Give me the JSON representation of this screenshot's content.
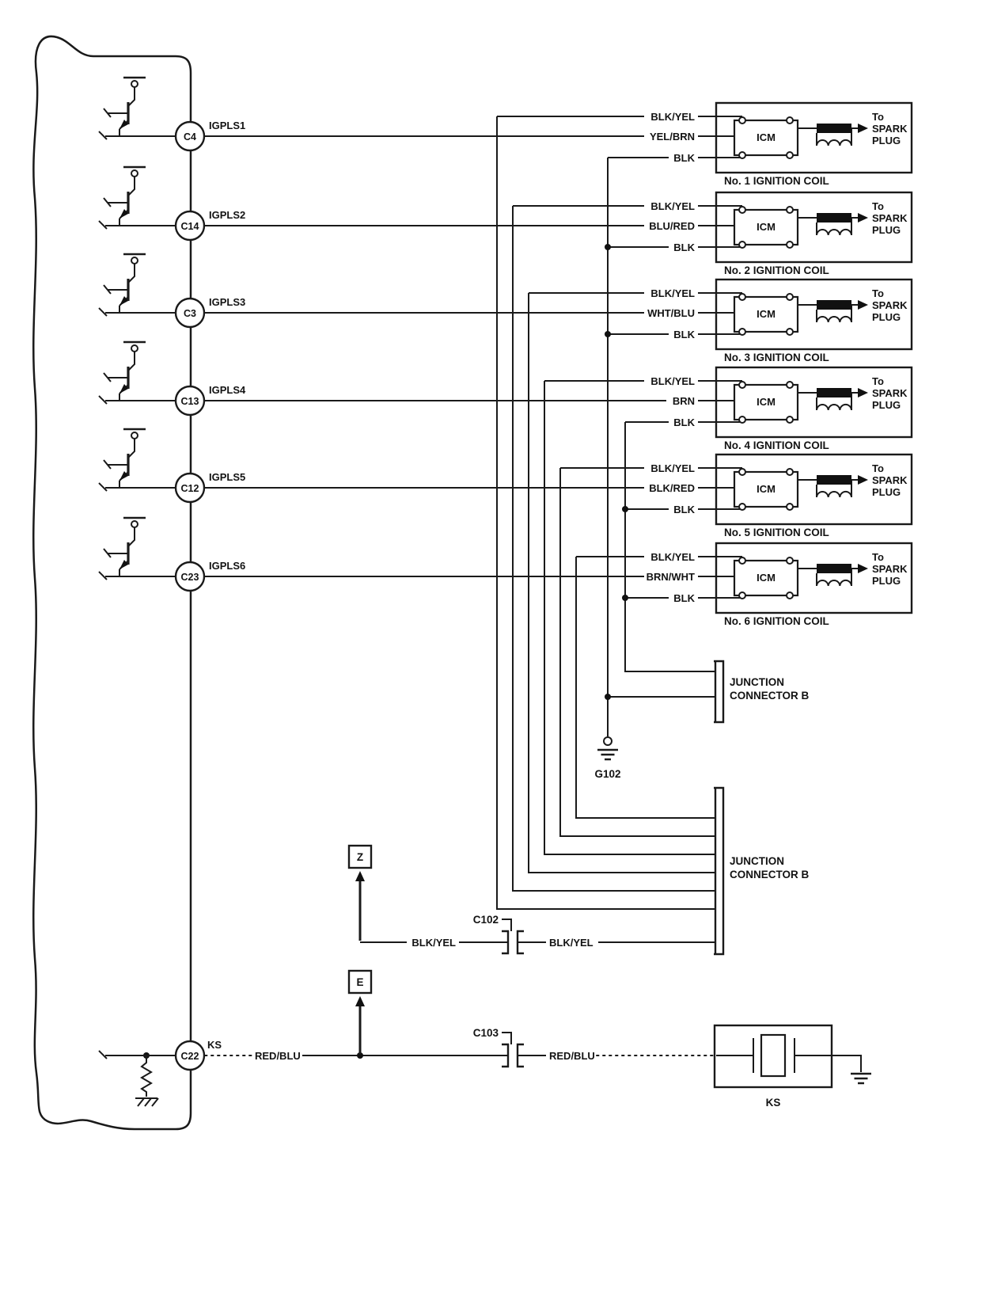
{
  "ecu": {
    "pins": [
      {
        "connector": "C4",
        "signal": "IGPLS1"
      },
      {
        "connector": "C14",
        "signal": "IGPLS2"
      },
      {
        "connector": "C3",
        "signal": "IGPLS3"
      },
      {
        "connector": "C13",
        "signal": "IGPLS4"
      },
      {
        "connector": "C12",
        "signal": "IGPLS5"
      },
      {
        "connector": "C23",
        "signal": "IGPLS6"
      },
      {
        "connector": "C22",
        "signal": "KS"
      }
    ]
  },
  "coils": [
    {
      "caption": "No. 1 IGNITION COIL",
      "module": "ICM",
      "wire_top": "BLK/YEL",
      "wire_mid": "YEL/BRN",
      "wire_bot": "BLK",
      "out_to": "To",
      "out_spark": "SPARK",
      "out_plug": "PLUG"
    },
    {
      "caption": "No. 2 IGNITION COIL",
      "module": "ICM",
      "wire_top": "BLK/YEL",
      "wire_mid": "BLU/RED",
      "wire_bot": "BLK",
      "out_to": "To",
      "out_spark": "SPARK",
      "out_plug": "PLUG"
    },
    {
      "caption": "No. 3 IGNITION COIL",
      "module": "ICM",
      "wire_top": "BLK/YEL",
      "wire_mid": "WHT/BLU",
      "wire_bot": "BLK",
      "out_to": "To",
      "out_spark": "SPARK",
      "out_plug": "PLUG"
    },
    {
      "caption": "No. 4 IGNITION COIL",
      "module": "ICM",
      "wire_top": "BLK/YEL",
      "wire_mid": "BRN",
      "wire_bot": "BLK",
      "out_to": "To",
      "out_spark": "SPARK",
      "out_plug": "PLUG"
    },
    {
      "caption": "No. 5 IGNITION COIL",
      "module": "ICM",
      "wire_top": "BLK/YEL",
      "wire_mid": "BLK/RED",
      "wire_bot": "BLK",
      "out_to": "To",
      "out_spark": "SPARK",
      "out_plug": "PLUG"
    },
    {
      "caption": "No. 6 IGNITION COIL",
      "module": "ICM",
      "wire_top": "BLK/YEL",
      "wire_mid": "BRN/WHT",
      "wire_bot": "BLK",
      "out_to": "To",
      "out_spark": "SPARK",
      "out_plug": "PLUG"
    }
  ],
  "junction_upper": {
    "line1": "JUNCTION",
    "line2": "CONNECTOR B"
  },
  "junction_lower": {
    "line1": "JUNCTION",
    "line2": "CONNECTOR B"
  },
  "ground": {
    "name": "G102"
  },
  "refs": {
    "z": "Z",
    "e": "E"
  },
  "c102": {
    "name": "C102",
    "wire_left": "BLK/YEL",
    "wire_right": "BLK/YEL"
  },
  "c103": {
    "name": "C103",
    "wire_left": "RED/BLU",
    "wire_right": "RED/BLU"
  },
  "knock_sensor": {
    "label": "KS"
  }
}
